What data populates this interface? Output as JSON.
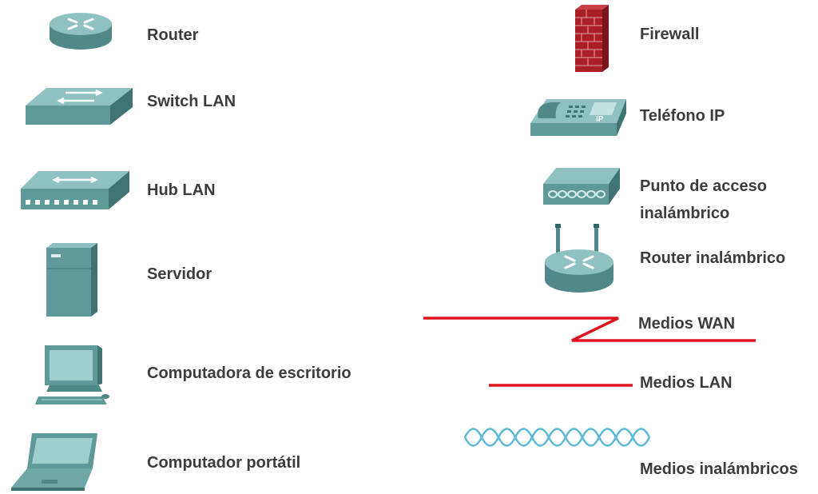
{
  "legend": {
    "router": "Router",
    "switch_lan": "Switch LAN",
    "hub_lan": "Hub LAN",
    "servidor": "Servidor",
    "computadora_escritorio": "Computadora de escritorio",
    "computador_portatil": "Computador portátil",
    "firewall": "Firewall",
    "telefono_ip": "Teléfono IP",
    "punto_acceso_line1": "Punto de acceso",
    "punto_acceso_line2": "inalámbrico",
    "router_inalambrico": "Router inalámbrico",
    "medios_wan": "Medios WAN",
    "medios_lan": "Medios LAN",
    "medios_inalambricos": "Medios inalámbricos",
    "phone_badge": "IP"
  },
  "colors": {
    "device_teal": "#5f9a98",
    "device_light": "#8ec1bf",
    "device_dark": "#3f7472",
    "firewall_red": "#b0202a",
    "media_red": "#e0141e",
    "wireless_blue": "#5ab8d8"
  },
  "icons": [
    "router-icon",
    "switch-icon",
    "hub-icon",
    "server-icon",
    "desktop-icon",
    "laptop-icon",
    "firewall-icon",
    "ip-phone-icon",
    "access-point-icon",
    "wireless-router-icon",
    "wan-media-icon",
    "lan-media-icon",
    "wireless-media-icon"
  ]
}
